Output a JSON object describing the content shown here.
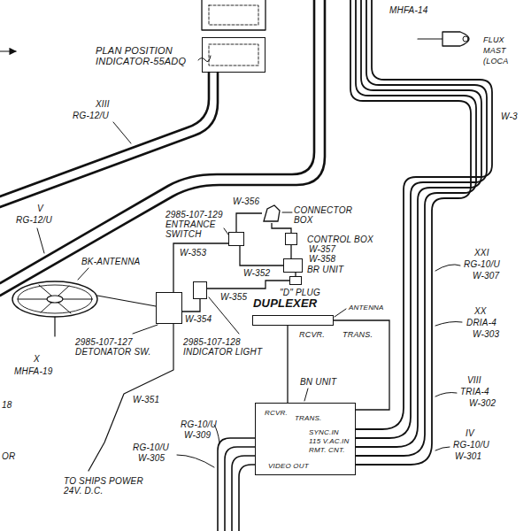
{
  "diagram": {
    "nodes": [
      {
        "text": [
          "PLAN POSITION INDICATOR-55ADQ"
        ]
      },
      {
        "text": [
          "CONNECTOR BOX"
        ]
      },
      {
        "text": [
          "CONTROL BOX"
        ]
      },
      {
        "text": [
          "BR UNIT"
        ]
      },
      {
        "text": [
          "2985-107-129 ENTRANCE SWITCH"
        ]
      },
      {
        "text": [
          "2985-107-127 DETONATOR SW."
        ]
      },
      {
        "text": [
          "2985-107-128 INDICATOR LIGHT"
        ]
      },
      {
        "text": [
          "\"D\" PLUG"
        ]
      },
      {
        "text": [
          "DUPLEXER",
          "ANTENNA",
          "RCVR.",
          "TRANS."
        ]
      },
      {
        "text": [
          "BN UNIT",
          "RCVR.",
          "TRANS.",
          "SYNC.IN",
          "115 V.AC.IN",
          "RMT. CNT.",
          "VIDEO OUT"
        ]
      }
    ],
    "edges": [
      {
        "from": 4,
        "to": 1,
        "arrow": "none",
        "label": "W-356"
      },
      {
        "from": 1,
        "to": 2,
        "arrow": "none",
        "label": "W-357"
      },
      {
        "from": 2,
        "to": 3,
        "arrow": "none",
        "label": "W-358"
      },
      {
        "from": 4,
        "to": 3,
        "arrow": "none",
        "label": "W-352"
      },
      {
        "from": 5,
        "to": 4,
        "arrow": "none",
        "label": "W-353"
      },
      {
        "from": 6,
        "to": 7,
        "arrow": "none",
        "label": "W-355"
      },
      {
        "from": 5,
        "to": 6,
        "arrow": "none",
        "label": "W-354"
      },
      {
        "from": 7,
        "to": 3,
        "arrow": "none"
      },
      {
        "from": 8,
        "to": 9,
        "arrow": "none"
      },
      {
        "from": 8,
        "to": 9,
        "arrow": "none"
      }
    ],
    "labels": [
      "MHFA-14",
      "FLUX",
      "MAST",
      "(LOCA",
      "XIII",
      "RG-12/U",
      "W-3",
      "V",
      "RG-12/U",
      "BK-ANTENNA",
      "X",
      "MHFA-19",
      "18",
      "W-351",
      "TO SHIPS POWER 24V. D.C.",
      "OR",
      "XXI",
      "RG-10/U",
      "W-307",
      "XX",
      "DRIA-4",
      "W-303",
      "VIII",
      "TRIA-4",
      "W-302",
      "IV",
      "RG-10/U",
      "W-301",
      "RG-10/U",
      "W-309",
      "RG-10/U",
      "W-305"
    ]
  }
}
